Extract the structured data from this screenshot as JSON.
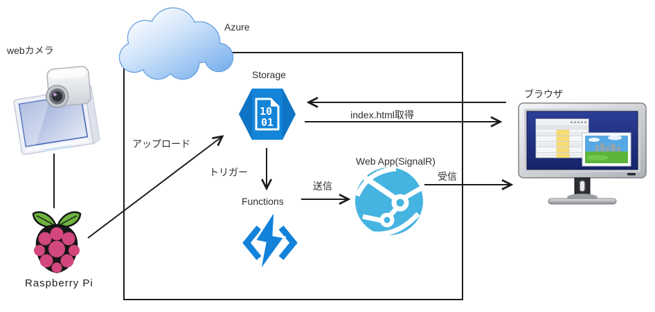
{
  "nodes": {
    "webcam": {
      "label": "webカメラ"
    },
    "raspberry_pi": {
      "label": "Raspberry Pi"
    },
    "cloud": {
      "label": "Azure"
    },
    "storage": {
      "label": "Storage",
      "icon_digits": [
        "10",
        "01"
      ]
    },
    "functions": {
      "label": "Functions"
    },
    "web_app": {
      "label": "Web App(SignalR)"
    },
    "browser": {
      "label": "ブラウザ"
    }
  },
  "arrows": {
    "upload": {
      "label": "アップロード"
    },
    "trigger": {
      "label": "トリガー"
    },
    "send": {
      "label": "送信"
    },
    "receive": {
      "label": "受信"
    },
    "get_index": {
      "label": "index.html取得"
    }
  },
  "colors": {
    "azure_icon_blue": "#1384d8",
    "azure_icon_blue_dark": "#0f74c4",
    "web_app_blue": "#45b4e0",
    "raspberry_pink": "#d2477d",
    "leaf_green": "#6db33f",
    "cloud_fill_light": "#ffffff",
    "cloud_fill_deep": "#7eb3ee",
    "cloud_outline": "#659fdd",
    "monitor_screen_navy": "#1f2f7d",
    "line_black": "#1a1a1a"
  }
}
